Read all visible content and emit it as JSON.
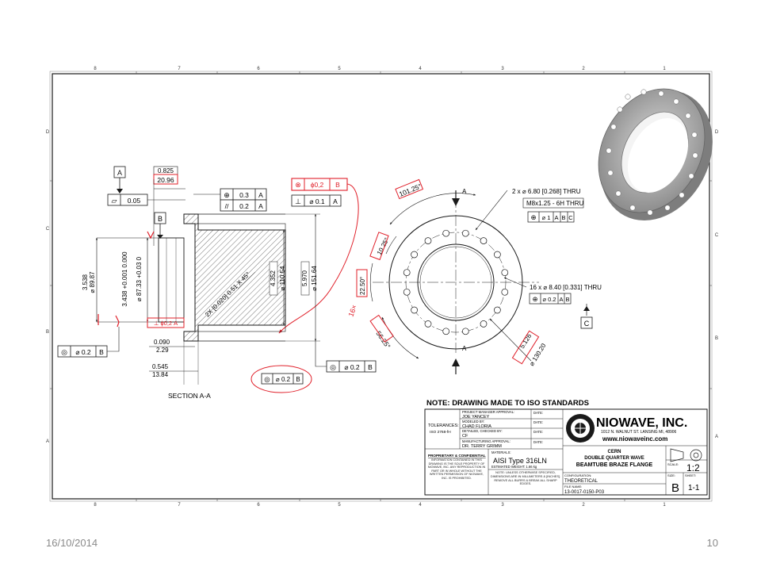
{
  "footer": {
    "date": "16/10/2014",
    "page_number": "10"
  },
  "zones": {
    "columns": [
      "8",
      "7",
      "6",
      "5",
      "4",
      "3",
      "2",
      "1"
    ],
    "rows": [
      "D",
      "C",
      "B",
      "A"
    ]
  },
  "section_view": {
    "label": "SECTION A-A",
    "datum_a": "A",
    "datum_b": "B",
    "flatness": {
      "symbol": "▱",
      "value": "0.05"
    },
    "dim_length_in": "0.825",
    "dim_length_mm": "20.96",
    "fcf_position": {
      "symbol": "⊕",
      "value": "0.3",
      "datum": "A"
    },
    "fcf_parallel": {
      "symbol": "//",
      "value": "0.2",
      "datum": "A"
    },
    "fcf_perp_red": {
      "symbol": "⊗",
      "value": "ϕ0,2",
      "datum": "B"
    },
    "fcf_perp": {
      "symbol": "⊥",
      "value": "⌀ 0.1",
      "datum": "A"
    },
    "dim_bore_in": "3.538",
    "dim_bore_mm": "⌀ 89.87",
    "dim_tol_in": "3.438 +0.001 0.000",
    "dim_tol_mm": "⌀ 87.33 +0.03 0",
    "dim_chamfer": "2X [0.020] 0.51 X 45°",
    "dim_inner_in": "4.352",
    "dim_inner_mm": "⌀ 110.54",
    "dim_outer_in": "5.970",
    "dim_outer_mm": "⌀ 151.64",
    "fcf_left": {
      "symbol": "◎",
      "value": "⌀ 0.2",
      "datum": "B"
    },
    "dim_thk_in": "0.090",
    "dim_thk_mm": "2.29",
    "dim_flange_in": "0.545",
    "dim_flange_mm": "13.84",
    "fcf_red_bottom": {
      "symbol": "◎",
      "value": "⌀ 0.2",
      "datum": "B"
    },
    "fcf_bottom": {
      "symbol": "◎",
      "value": "⌀ 0.2",
      "datum": "B"
    },
    "red_note": "⊥ ϕ0,2 A"
  },
  "front_view": {
    "angle_top": "101.25°",
    "angle_small": "10.25°",
    "angle_mid": "22.50°",
    "angle_bottom": "56.25°",
    "red_count": "16×",
    "hole_note_1": "2 x ⌀ 6.80 [0.268] THRU",
    "hole_note_2": "M8x1.25 - 6H THRU",
    "hole_fcf_1": {
      "symbol": "⊕",
      "value": "⌀ 1",
      "datums": [
        "A",
        "B",
        "C"
      ]
    },
    "hole_note_3": "16 x ⌀ 8.40 [0.331] THRU",
    "hole_fcf_2": {
      "symbol": "⊕",
      "value": "⌀ 0.2",
      "datums": [
        "A",
        "B"
      ]
    },
    "datum_c": "C",
    "section_label": "A",
    "bc_in": "5.126",
    "bc_mm": "⌀ 130.20"
  },
  "title_block": {
    "note": "NOTE: DRAWING MADE TO ISO STANDARDS",
    "company": "NIOWAVE, INC.",
    "address": "1012 N. WALNUT ST. LANSING MI, 48906",
    "website": "www.niowaveinc.com",
    "title_lines": [
      "CERN",
      "DOUBLE QUARTER WAVE",
      "BEAMTUBE BRAZE FLANGE"
    ],
    "tolerances_label": "TOLERANCES:",
    "tolerances_value": "ISO 2768-fH",
    "approvals": [
      {
        "label": "PROJECT MANAGER APPROVAL:",
        "value": "JOE YANCEY"
      },
      {
        "label": "MODELED BY:",
        "value": "CHAD FLORIA"
      },
      {
        "label": "DETAILED, CHECKED BY:",
        "value": "CF"
      },
      {
        "label": "MANUFACTURING APPROVAL:",
        "value": "DR. TERRY GRIMM"
      }
    ],
    "date_label": "DATE:",
    "materials_label": "MATERIALS:",
    "material": "AISI Type 316LN",
    "weight": "ESTIMATED WEIGHT: 1.66 kg",
    "proprietary_title": "PROPRIETARY & CONFIDENTIAL",
    "proprietary_text": "INFORMATION CONTAINED IN THIS DRAWING IS THE SOLE PROPERTY OF NIOWAVE, INC. ANY REPRODUCTION IN PART OR IN WHOLE WITHOUT THE WRITTEN PERMISSION OF NIOWAVE, INC. IS PROHIBITED.",
    "general_note": "NOTE: UNLESS OTHERWISE SPECIFIED, DIMENSIONS ARE IN MILLIMETERS & [INCHES]. REMOVE ALL BURRS & BREAK ALL SHARP EDGES.",
    "scale_label": "SCALE:",
    "scale": "1:2",
    "config_label": "CONFIGURATION:",
    "config": "THEORETICAL",
    "file_label": "FILE NAME:",
    "file": "13-0017-0150-P03",
    "size_label": "SIZE:",
    "size": "B",
    "sheet_label": "SHEET:",
    "sheet": "1-1"
  }
}
